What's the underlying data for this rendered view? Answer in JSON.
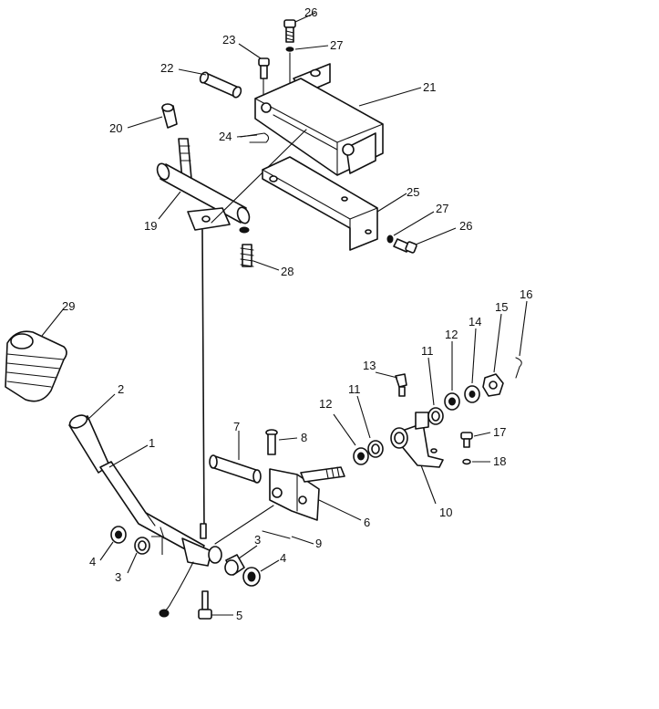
{
  "diagram": {
    "callouts": [
      "1",
      "2",
      "3",
      "3",
      "4",
      "4",
      "5",
      "6",
      "7",
      "8",
      "9",
      "10",
      "11",
      "11",
      "12",
      "12",
      "13",
      "14",
      "15",
      "16",
      "17",
      "18",
      "19",
      "20",
      "21",
      "22",
      "23",
      "24",
      "25",
      "26",
      "26",
      "27",
      "27",
      "28",
      "29"
    ]
  }
}
